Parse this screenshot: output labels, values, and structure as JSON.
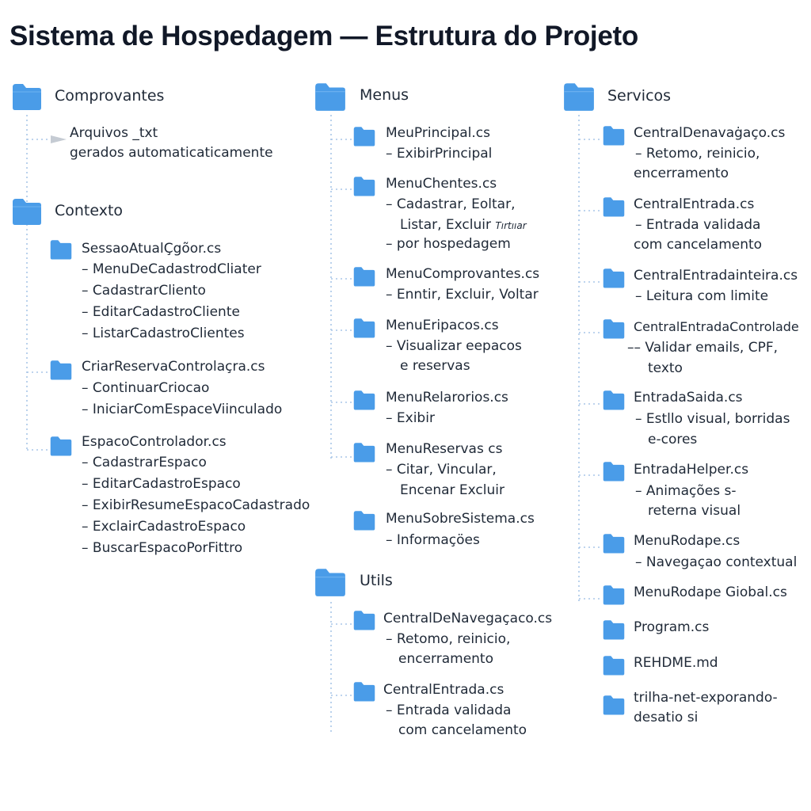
{
  "title": "Sistema de Hospedagem — Estrutura do Projeto",
  "colors": {
    "folder": "#4a9ce8",
    "folder_tab": "#6fb2f0",
    "connector": "#a9c6e8"
  },
  "col1": {
    "comprovantes": {
      "name": "Comprovantes",
      "note": [
        "Arquivos _txt",
        "gerados automaticaticamente"
      ]
    },
    "contexto": {
      "name": "Contexto",
      "items": [
        {
          "name": "SessaoAtualÇgõor.cs",
          "subs": [
            "MenuDeCadastrodCliater",
            "CadastrarCliento",
            "EditarCadastroCliente",
            "ListarCadastroClientes"
          ]
        },
        {
          "name": "CriarReservaControlaçra.cs",
          "subs": [
            "ContinuarCriocao",
            "IniciarComEspaceViinculado"
          ]
        },
        {
          "name": "EspacoControlador.cs",
          "subs": [
            "CadastrarEspaco",
            "EditarCadastroEspaco",
            "ExibirResumeEspacoCadastrado",
            "ExclairCadastroEspaco",
            "BuscarEspacoPorFittro"
          ]
        }
      ]
    }
  },
  "col2": {
    "menus": {
      "name": "Menus",
      "items": [
        {
          "name": "MeuPrincipal.cs",
          "subs": [
            "ExibirPrincipal"
          ]
        },
        {
          "name": "MenuChentes.cs",
          "subs": [
            "Cadastrar, Eoltar,",
            "Listar, Excluir",
            "por hospedagem"
          ],
          "extra": "Tırtııar"
        },
        {
          "name": "MenuComprovantes.cs",
          "subs": [
            "Enntir, Excluir, Voltar"
          ]
        },
        {
          "name": "MenuEripacos.cs",
          "subs": [
            "Visualizar eepacos",
            "e reservas"
          ]
        },
        {
          "name": "MenuRelarorios.cs",
          "subs": [
            "Exibir"
          ]
        },
        {
          "name": "MenuReservas cs",
          "subs": [
            "Citar, Vincular,",
            "Encenar   Excluir"
          ]
        },
        {
          "name": "MenuSobreSistema.cs",
          "subs": [
            "Informaçöes"
          ]
        }
      ]
    },
    "utils": {
      "name": "Utils",
      "items": [
        {
          "name": "CentralDeNavegaçaco.cs",
          "subs": [
            "Retomo, reinicio,",
            "encerramento"
          ]
        },
        {
          "name": "CentralEntrada.cs",
          "subs": [
            "Entrada validada",
            "com cancelamento"
          ]
        }
      ]
    }
  },
  "col3": {
    "servicos": {
      "name": "Servicos",
      "items": [
        {
          "name": "CentralDenavaġaço.cs",
          "subs": [
            "Retomo, reinicio,",
            "encerramento"
          ]
        },
        {
          "name": "CentralEntrada.cs",
          "subs": [
            "Entrada validada",
            "com cancelamento"
          ]
        },
        {
          "name": "CentralEntradainteira.cs",
          "subs": [
            "Leitura com limite"
          ]
        },
        {
          "name": "CentralEntradaControlade",
          "subs": [
            "Validar emails, CPF,",
            "texto"
          ]
        },
        {
          "name": "EntradaSaida.cs",
          "subs": [
            "Estllo visual, borridas",
            "e-cores"
          ]
        },
        {
          "name": "EntradaHelper.cs",
          "subs": [
            "Animações s-",
            "reterna visual"
          ]
        },
        {
          "name": "MenuRodape.cs",
          "subs": [
            "Navegaçao contextual"
          ]
        },
        {
          "name": "MenuRodape Giobal.cs",
          "subs": []
        }
      ]
    },
    "root_files": [
      {
        "name": "Program.cs"
      },
      {
        "name": "REHDME.md"
      },
      {
        "name": [
          "trilha-net-exporando-",
          "desatio si"
        ]
      }
    ]
  }
}
